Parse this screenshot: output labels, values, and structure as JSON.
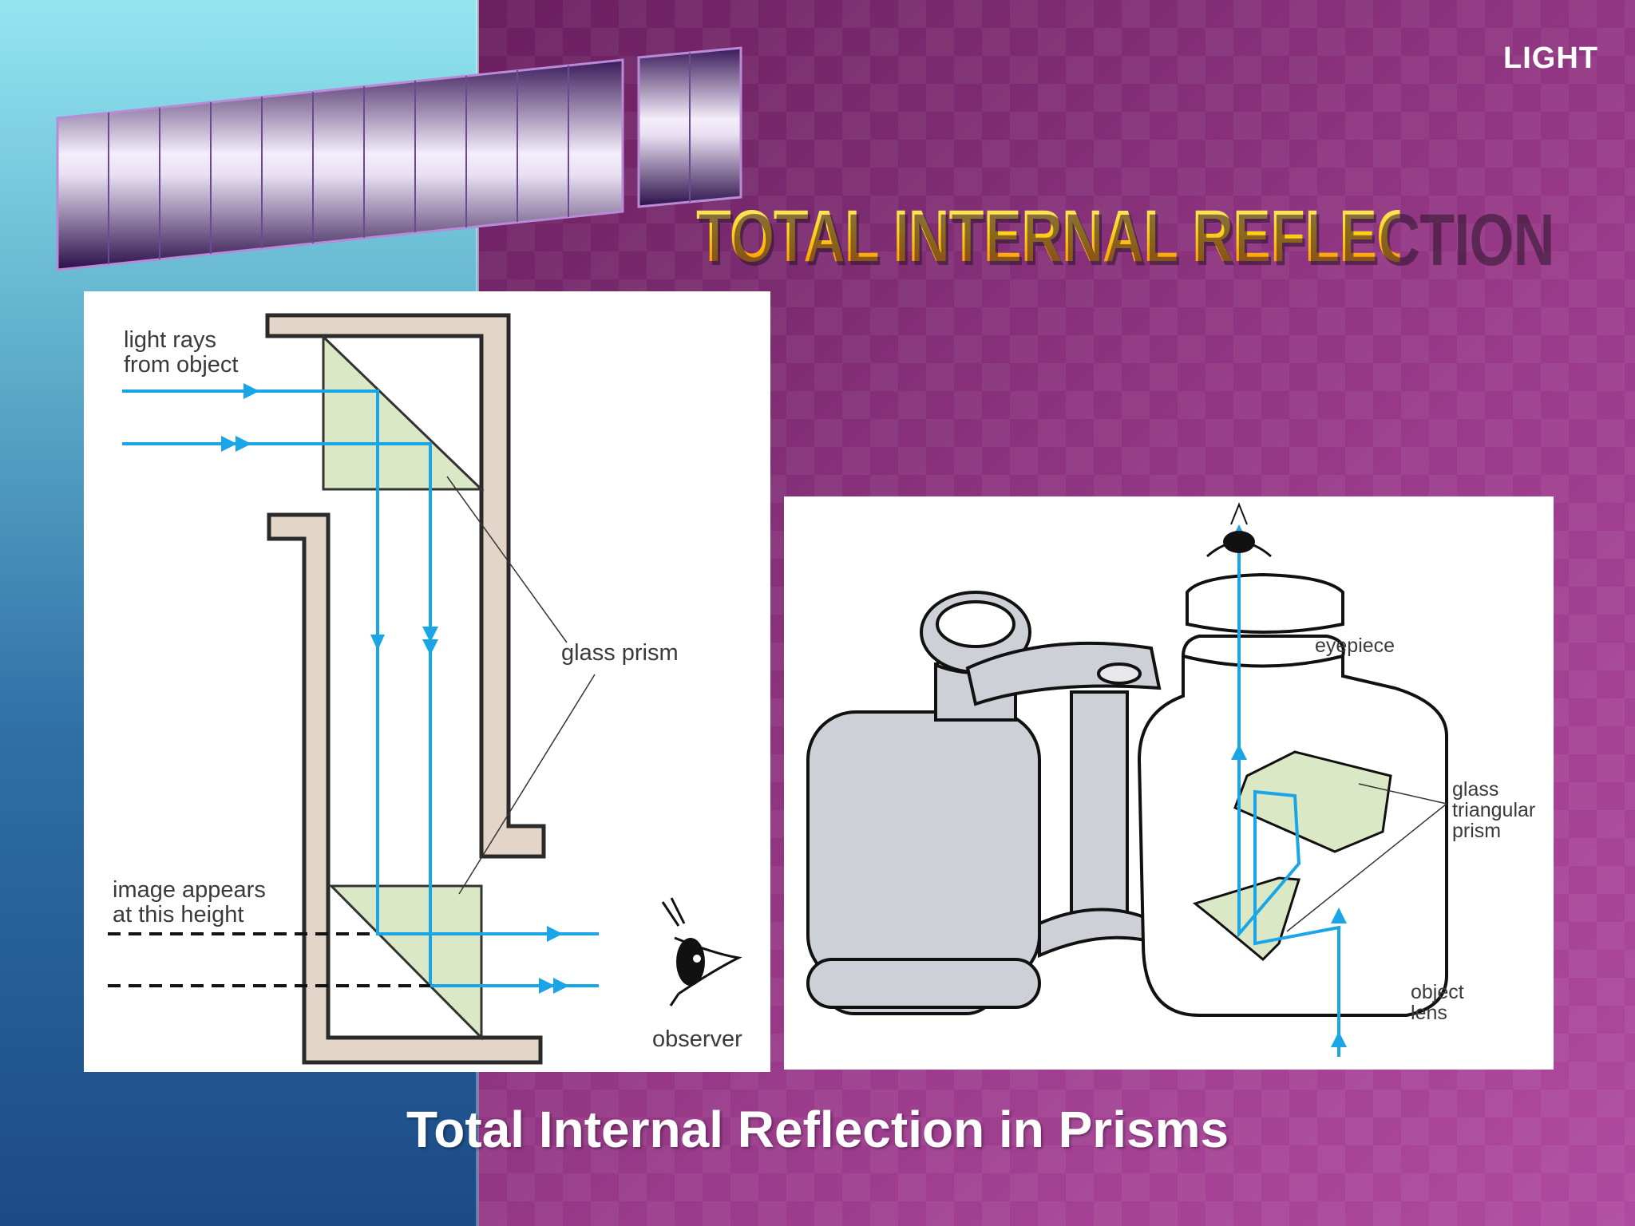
{
  "header": {
    "section_label": "LIGHT",
    "title": "TOTAL INTERNAL REFLECTION"
  },
  "periscope_diagram": {
    "labels": {
      "light_rays": "light rays\nfrom object",
      "glass_prism": "glass prism",
      "image_appears": "image appears\nat this height",
      "observer": "observer"
    }
  },
  "binocular_diagram": {
    "labels": {
      "eyepiece": "eyepiece",
      "glass_triangular_prism": "glass\ntriangular\nprism",
      "object_lens": "object\nlens"
    }
  },
  "caption": "Total Internal Reflection in Prisms",
  "colors": {
    "ray": "#1aa6e6",
    "prism_fill": "#dbe8c6",
    "frame_fill": "#e3d6c8",
    "title_gold": "#ffc21a",
    "binocular_body": "#cdd0d6"
  }
}
